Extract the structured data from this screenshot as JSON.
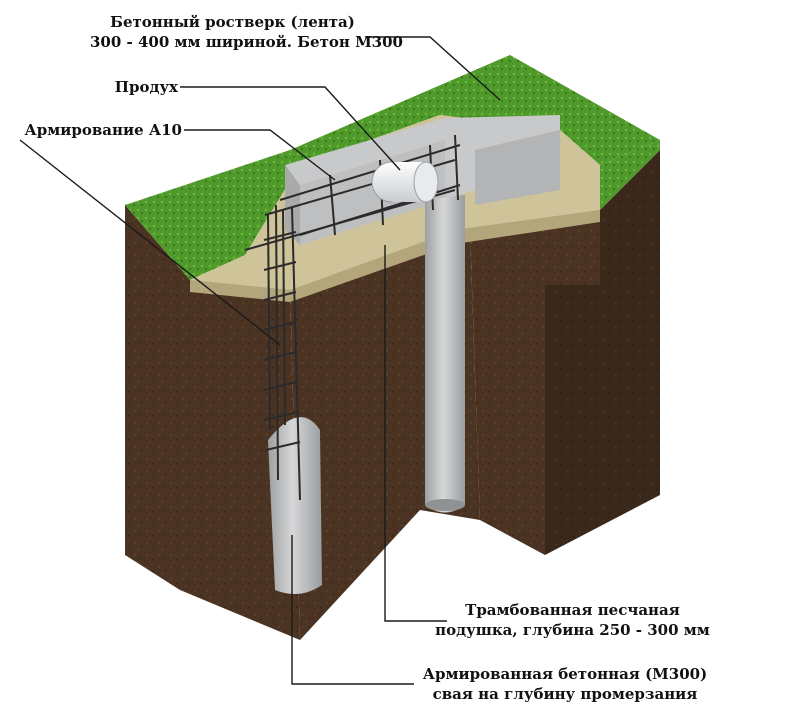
{
  "labels": {
    "grillage": {
      "line1": "Бетонный ростверк (лента)",
      "line2": "300 - 400 мм шириной. Бетон М300"
    },
    "vent": {
      "line1": "Продух"
    },
    "rebar": {
      "line1": "Армирование А10"
    },
    "sand_cushion": {
      "line1": "Трамбованная песчаная",
      "line2": "подушка, глубина 250 - 300 мм"
    },
    "pile": {
      "line1": "Армированная бетонная (М300)",
      "line2": "свая на глубину промерзания"
    }
  },
  "colors": {
    "grass": "#4f9a2a",
    "grass_dark": "#2f6d19",
    "soil_front": "#4a3322",
    "soil_side": "#3a281a",
    "sand": "#cfc39a",
    "concrete": "#b9bbbd",
    "concrete_dark": "#9d9fa1",
    "rebar": "#2b2b2b",
    "leader_line": "#1a1a1a"
  },
  "icons": {
    "vent": "pipe-duct-icon"
  }
}
